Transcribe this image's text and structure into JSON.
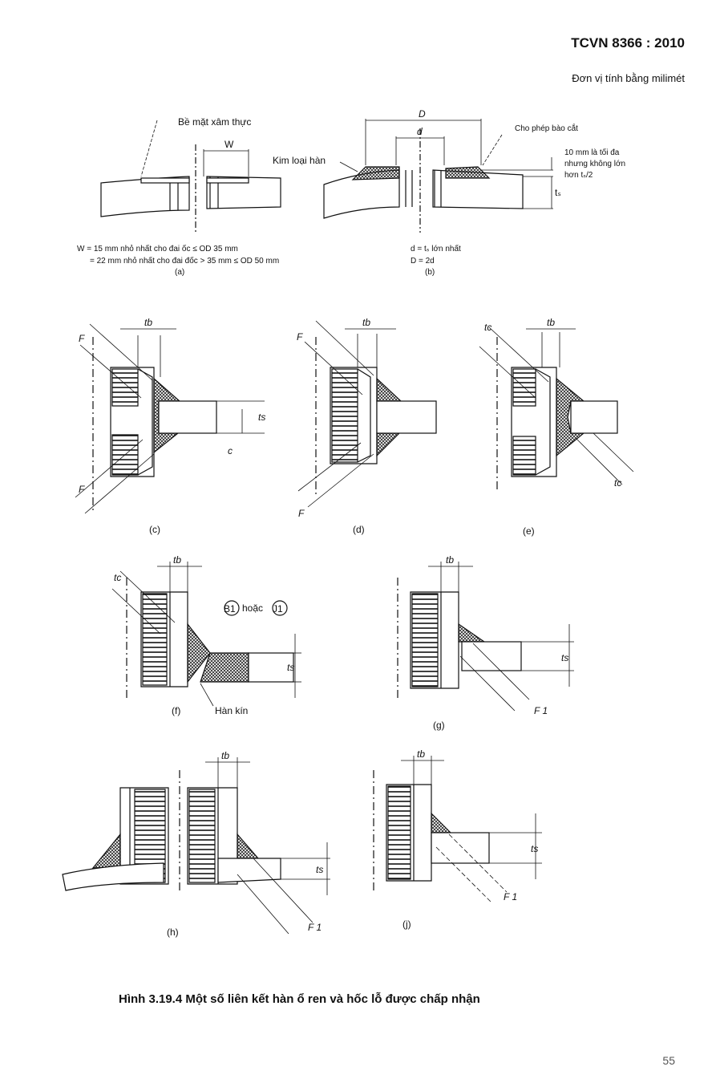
{
  "header": {
    "standard": "TCVN 8366 : 2010",
    "unit_note": "Đơn vị tính bằng milimét"
  },
  "figure_a": {
    "callout": "Bề mặt xâm thực",
    "dim_w": "W",
    "note_line1": "W = 15 mm nhỏ nhất cho đai ốc ≤ OD  35 mm",
    "note_line2": "= 22 mm nhỏ nhất cho đai đốc > 35 mm ≤ OD  50 mm",
    "label": "(a)"
  },
  "figure_b": {
    "dim_D": "D",
    "dim_d": "d",
    "weld_metal": "Kim loại hàn",
    "allow_cut": "Cho phép bào cắt",
    "max_note1": "10 mm là tối đa",
    "max_note2": "nhưng không lớn",
    "max_note3": "hơn tₛ/2",
    "ts": "tₛ",
    "eq1": "d = tₛ lớn nhất",
    "eq2": "D = 2d",
    "label": "(b)"
  },
  "labels": {
    "c": "(c)",
    "d": "(d)",
    "e": "(e)",
    "f": "(f)",
    "g": "(g)",
    "h": "(h)",
    "j": "(j)",
    "F": "F",
    "F1": "F 1",
    "tb": "tb",
    "tc": "tc",
    "ts": "ts",
    "cc": "c",
    "b1": "B1",
    "or": "hoặc",
    "j1": "J1",
    "seal": "Hàn kín"
  },
  "caption": "Hình 3.19.4 Một số liên kết hàn ổ ren và hốc lỗ được chấp nhận",
  "page_number": "55"
}
